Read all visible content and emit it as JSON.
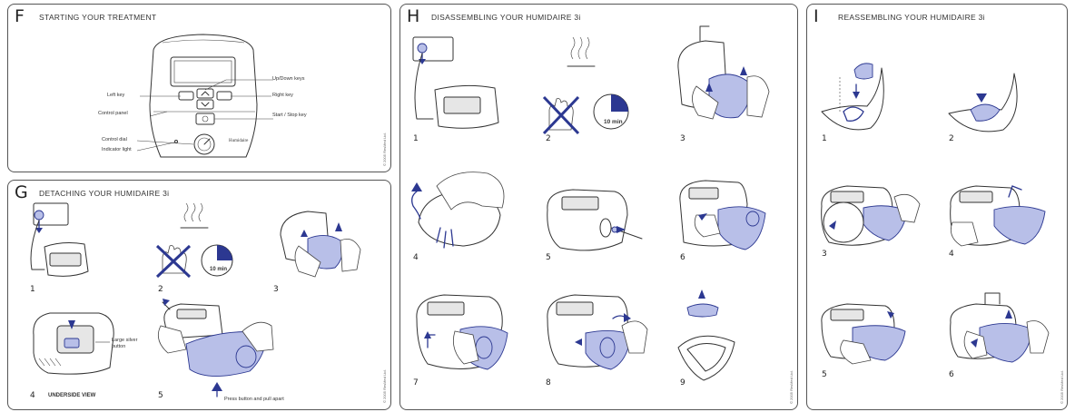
{
  "panel_f": {
    "letter": "F",
    "title": "STARTING YOUR TREATMENT",
    "labels": {
      "up_down": "Up/Down keys",
      "left_key": "Left key",
      "right_key": "Right key",
      "control_panel": "Control panel",
      "start_stop": "Start / Stop key",
      "control_dial": "Control dial",
      "indicator_light": "Indicator light"
    },
    "copyright": "© 2005 ResMed Ltd."
  },
  "panel_g": {
    "letter": "G",
    "title": "DETACHING YOUR HUMIDAIRE 3i",
    "steps": [
      "1",
      "2",
      "3",
      "4",
      "5"
    ],
    "timer": "10 min",
    "large_silver_button": "Large silver button",
    "underside_view": "UNDERSIDE VIEW",
    "press_button": "Press button and pull apart",
    "copyright": "© 2005 ResMed Ltd."
  },
  "panel_h": {
    "letter": "H",
    "title": "DISASSEMBLING YOUR HUMIDAIRE 3i",
    "steps": [
      "1",
      "2",
      "3",
      "4",
      "5",
      "6",
      "7",
      "8",
      "9"
    ],
    "timer": "10 min",
    "copyright": "© 2005 ResMed Ltd."
  },
  "panel_i": {
    "letter": "I",
    "title": "REASSEMBLING YOUR HUMIDAIRE 3i",
    "steps": [
      "1",
      "2",
      "3",
      "4",
      "5",
      "6"
    ],
    "copyright": "© 2005 ResMed Ltd."
  },
  "colors": {
    "accent_blue": "#2c3891",
    "tint_blue": "#b8bfe8",
    "ink": "#333333"
  }
}
